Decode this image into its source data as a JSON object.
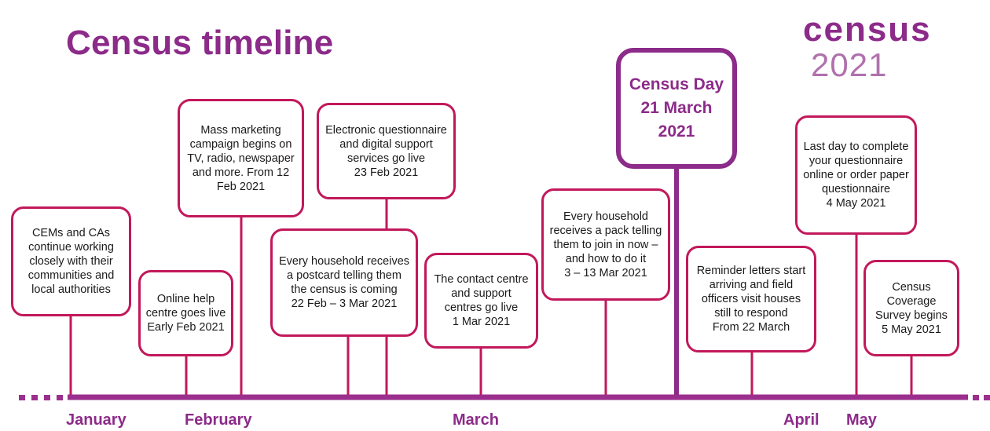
{
  "title": "Census timeline",
  "logo": {
    "line1": "census",
    "line2": "2021"
  },
  "colors": {
    "brand_purple": "#8c2b89",
    "box_border": "#c2185b",
    "connector": "#c2185b",
    "axis": "#9b2f8e"
  },
  "events": [
    {
      "id": "cems",
      "text": "CEMs and CAs continue working closely with their communities and local authorities"
    },
    {
      "id": "online-help",
      "text": "Online help centre goes live\nEarly Feb 2021"
    },
    {
      "id": "marketing",
      "text": "Mass marketing campaign begins on TV, radio, newspaper and more. From 12 Feb 2021"
    },
    {
      "id": "postcard",
      "text": "Every household receives a postcard telling them the census is coming\n22 Feb – 3 Mar 2021"
    },
    {
      "id": "electronic",
      "text": "Electronic questionnaire and digital support services go live\n23 Feb 2021"
    },
    {
      "id": "contact-centre",
      "text": "The contact centre and support centres go live\n1 Mar 2021"
    },
    {
      "id": "pack",
      "text": "Every household receives a pack telling them to join in now – and how to do it\n3 – 13 Mar 2021"
    },
    {
      "id": "census-day",
      "text": "Census Day\n21 March\n2021"
    },
    {
      "id": "reminder",
      "text": "Reminder letters start arriving and field officers visit houses still to respond\nFrom 22 March"
    },
    {
      "id": "last-day",
      "text": "Last day to complete your questionnaire online or order paper questionnaire\n4 May 2021"
    },
    {
      "id": "coverage",
      "text": "Census Coverage Survey begins\n5 May 2021"
    }
  ],
  "months": [
    "January",
    "February",
    "March",
    "April",
    "May"
  ]
}
